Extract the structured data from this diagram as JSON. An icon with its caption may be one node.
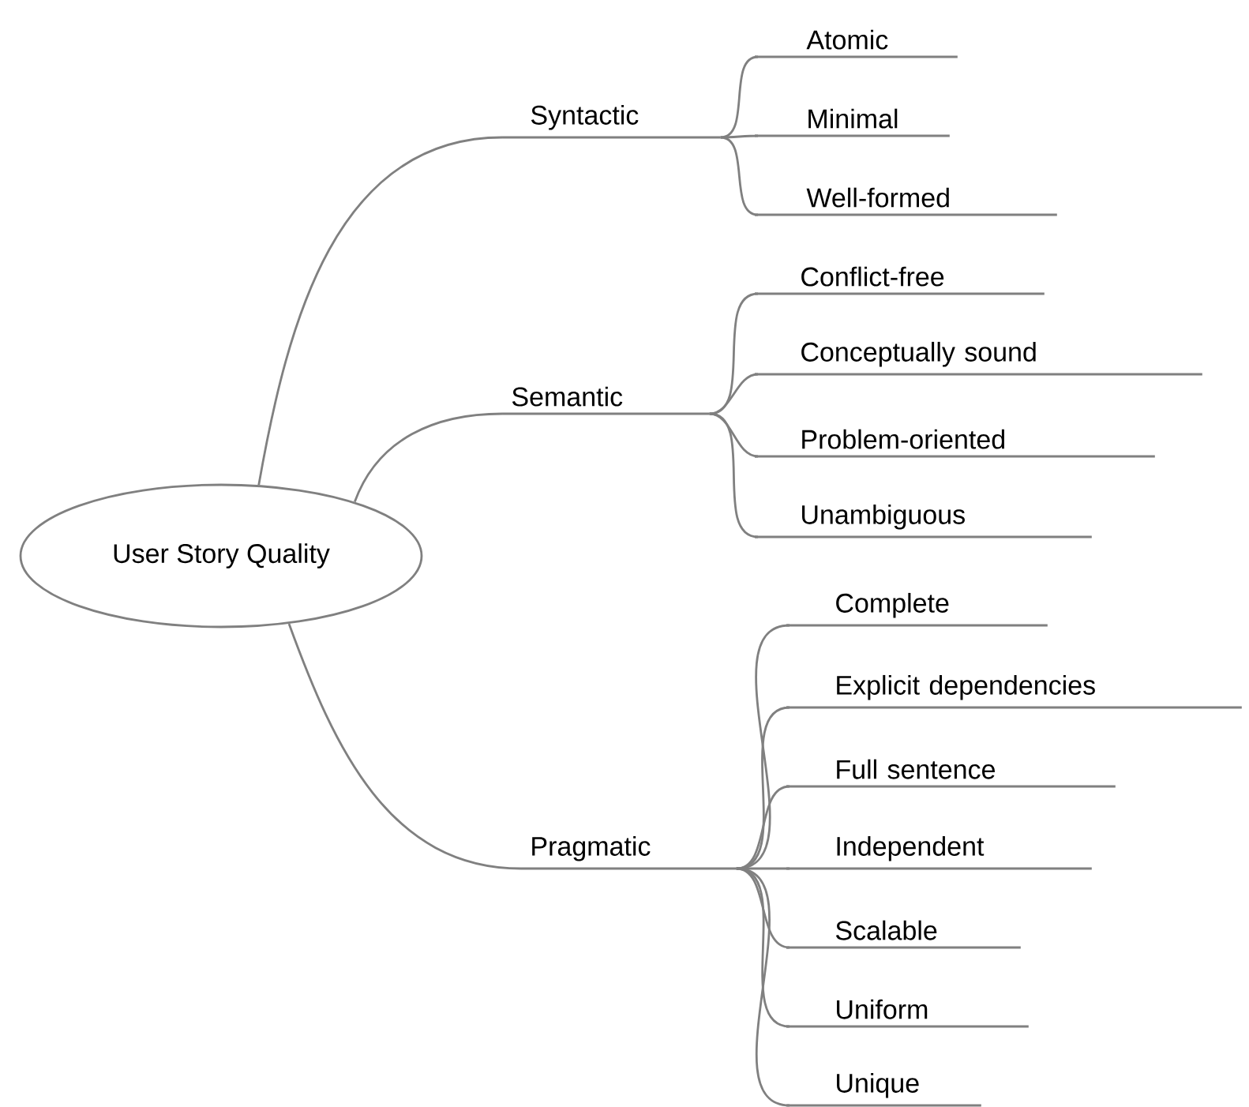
{
  "diagram": {
    "nodes": [
      {
        "text": [
          "User Story Quality"
        ]
      },
      {
        "text": [
          "Syntactic"
        ]
      },
      {
        "text": [
          "Semantic"
        ]
      },
      {
        "text": [
          "Pragmatic"
        ]
      },
      {
        "text": [
          "Atomic"
        ]
      },
      {
        "text": [
          "Minimal"
        ]
      },
      {
        "text": [
          "Well-formed"
        ]
      },
      {
        "text": [
          "Conflict-free"
        ]
      },
      {
        "text": [
          "Conceptually sound"
        ]
      },
      {
        "text": [
          "Problem-oriented"
        ]
      },
      {
        "text": [
          "Unambiguous"
        ]
      },
      {
        "text": [
          "Complete"
        ]
      },
      {
        "text": [
          "Explicit dependencies"
        ]
      },
      {
        "text": [
          "Full sentence"
        ]
      },
      {
        "text": [
          "Independent"
        ]
      },
      {
        "text": [
          "Scalable"
        ]
      },
      {
        "text": [
          "Uniform"
        ]
      },
      {
        "text": [
          "Unique"
        ]
      }
    ],
    "edges": [
      {
        "from": 0,
        "to": 1,
        "arrow": "none"
      },
      {
        "from": 0,
        "to": 2,
        "arrow": "none"
      },
      {
        "from": 0,
        "to": 3,
        "arrow": "none"
      },
      {
        "from": 1,
        "to": 4,
        "arrow": "none"
      },
      {
        "from": 1,
        "to": 5,
        "arrow": "none"
      },
      {
        "from": 1,
        "to": 6,
        "arrow": "none"
      },
      {
        "from": 2,
        "to": 7,
        "arrow": "none"
      },
      {
        "from": 2,
        "to": 8,
        "arrow": "none"
      },
      {
        "from": 2,
        "to": 9,
        "arrow": "none"
      },
      {
        "from": 2,
        "to": 10,
        "arrow": "none"
      },
      {
        "from": 3,
        "to": 11,
        "arrow": "none"
      },
      {
        "from": 3,
        "to": 12,
        "arrow": "none"
      },
      {
        "from": 3,
        "to": 13,
        "arrow": "none"
      },
      {
        "from": 3,
        "to": 14,
        "arrow": "none"
      },
      {
        "from": 3,
        "to": 15,
        "arrow": "none"
      },
      {
        "from": 3,
        "to": 16,
        "arrow": "none"
      },
      {
        "from": 3,
        "to": 17,
        "arrow": "none"
      }
    ]
  }
}
